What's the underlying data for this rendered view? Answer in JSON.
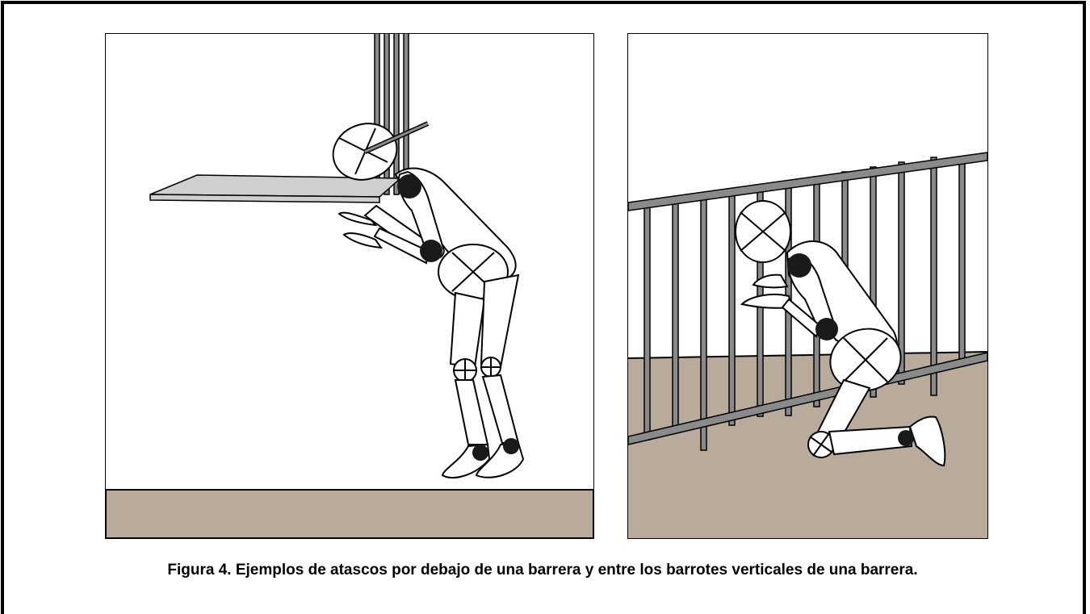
{
  "caption": "Figura 4. Ejemplos de atascos por debajo de una barrera y entre los barrotes verticales de una barrera.",
  "colors": {
    "floor": "#b8ab9c",
    "bar": "#8a8a8a",
    "shelf": "#cfcfcf",
    "outline": "#000000",
    "joint": "#1a1a1a",
    "background": "#ffffff"
  },
  "panels": [
    {
      "name": "trapped-under-barrier"
    },
    {
      "name": "trapped-between-vertical-bars"
    }
  ]
}
